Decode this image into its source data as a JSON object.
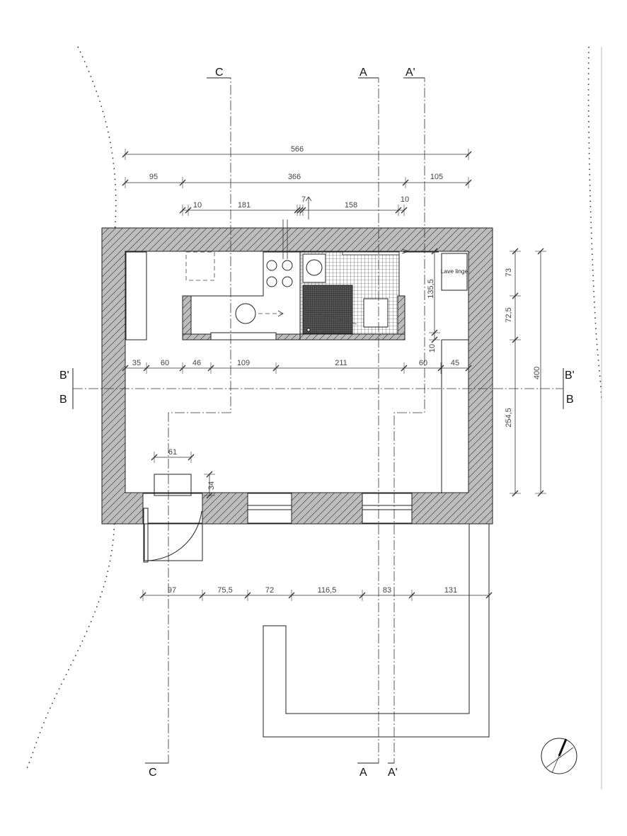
{
  "sections": {
    "c_top": "C",
    "a_top": "A",
    "a_prime_top": "A'",
    "c_bottom": "C",
    "a_bottom": "A",
    "a_prime_bottom": "A'",
    "b_left": "B",
    "b_prime_left": "B'",
    "b_right": "B",
    "b_prime_right": "B'"
  },
  "dimensions": {
    "top_total": "566",
    "top_row2": [
      "95",
      "366",
      "105"
    ],
    "top_row3": [
      "10",
      "181",
      "7",
      "158",
      "10"
    ],
    "middle_row": [
      "35",
      "60",
      "46",
      "109",
      "211",
      "60",
      "45"
    ],
    "right_vertical": [
      "73",
      "72,5",
      "10",
      "254,5"
    ],
    "right_total": "400",
    "right_inner": "135,5",
    "furniture_width": "61",
    "furniture_depth": "34",
    "bottom_row": [
      "97",
      "75,5",
      "72",
      "116,5",
      "83",
      "131"
    ]
  },
  "labels": {
    "washing_machine": "Lave linge"
  },
  "colors": {
    "wall_fill": "#b9b9b9",
    "line": "#222222"
  }
}
